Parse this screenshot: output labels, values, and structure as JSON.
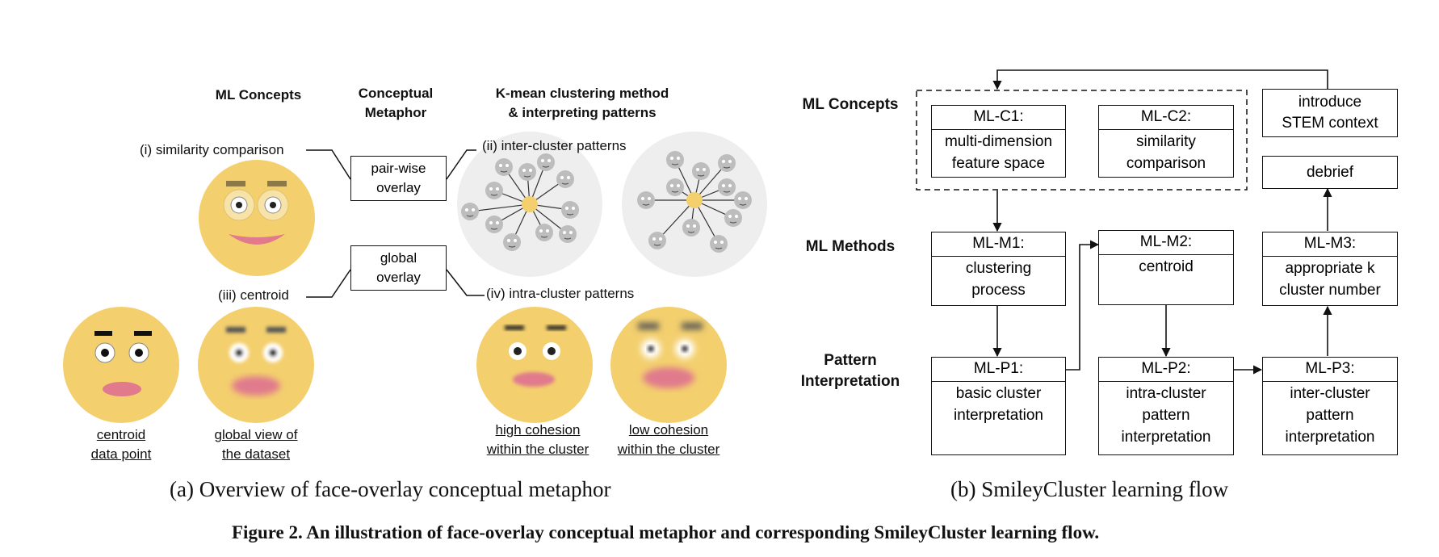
{
  "panel_a": {
    "headers": {
      "ml_concepts": "ML Concepts",
      "conceptual_metaphor": "Conceptual\nMetaphor",
      "kmeans": "K-mean clustering  method\n& interpreting patterns"
    },
    "labels": {
      "similarity": "(i) similarity comparison",
      "centroid": "(iii) centroid",
      "inter_cluster": "(ii) inter-cluster patterns",
      "intra_cluster": "(iv) intra-cluster patterns"
    },
    "boxes": {
      "pairwise": "pair-wise\noverlay",
      "global": "global\noverlay"
    },
    "face_captions": {
      "centroid_point": "centroid\ndata point",
      "global_view": "global view of\nthe dataset",
      "high_cohesion": "high cohesion\nwithin the cluster",
      "low_cohesion": "low cohesion\nwithin the cluster"
    },
    "caption": "(a)  Overview of face-overlay conceptual metaphor"
  },
  "panel_b": {
    "row_labels": {
      "concepts": "ML Concepts",
      "methods": "ML Methods",
      "pattern": "Pattern\nInterpretation"
    },
    "nodes": {
      "c1": {
        "title": "ML-C1:",
        "body": "multi-dimension\nfeature space"
      },
      "c2": {
        "title": "ML-C2:",
        "body": "similarity\ncomparison"
      },
      "m1": {
        "title": "ML-M1:",
        "body": "clustering\nprocess"
      },
      "m2": {
        "title": "ML-M2:",
        "body": "centroid"
      },
      "m3": {
        "title": "ML-M3:",
        "body": "appropriate k\ncluster number"
      },
      "p1": {
        "title": "ML-P1:",
        "body": "basic cluster\ninterpretation"
      },
      "p2": {
        "title": "ML-P2:",
        "body": "intra-cluster\npattern\ninterpretation"
      },
      "p3": {
        "title": "ML-P3:",
        "body": "inter-cluster\npattern\ninterpretation"
      }
    },
    "stem": "introduce\nSTEM context",
    "debrief": "debrief",
    "caption": "(b)  SmileyCluster learning flow"
  },
  "figure_caption": "Figure 2. An illustration of face-overlay conceptual metaphor and corresponding SmileyCluster learning flow.",
  "colors": {
    "face": "#f3cf6e",
    "cluster_bg": "#eeeeee",
    "mini_face": "#bdbdbd",
    "line": "#111111"
  }
}
